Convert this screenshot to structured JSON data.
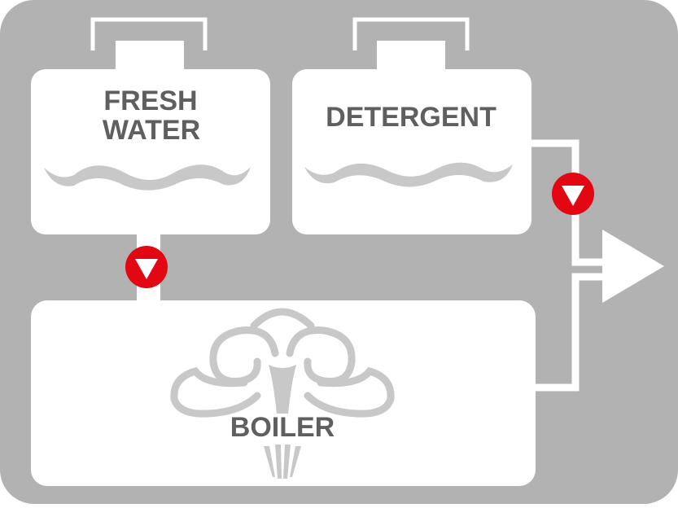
{
  "diagram": {
    "fresh_water_tank": {
      "line1": "FRESH",
      "line2": "WATER"
    },
    "detergent_tank": {
      "label": "DETERGENT"
    },
    "boiler": {
      "label": "BOILER"
    }
  },
  "colors": {
    "background_panel": "#b2b2b2",
    "component_fill": "#ffffff",
    "label_text": "#5f5f5f",
    "wave_and_steam": "#c8c8c8",
    "valve": "#e30613"
  },
  "icons": {
    "valves": [
      "valve-down-triangle-icon",
      "valve-down-triangle-icon"
    ],
    "outlet": "output-arrow-icon",
    "steam": "steam-cloud-icon"
  }
}
